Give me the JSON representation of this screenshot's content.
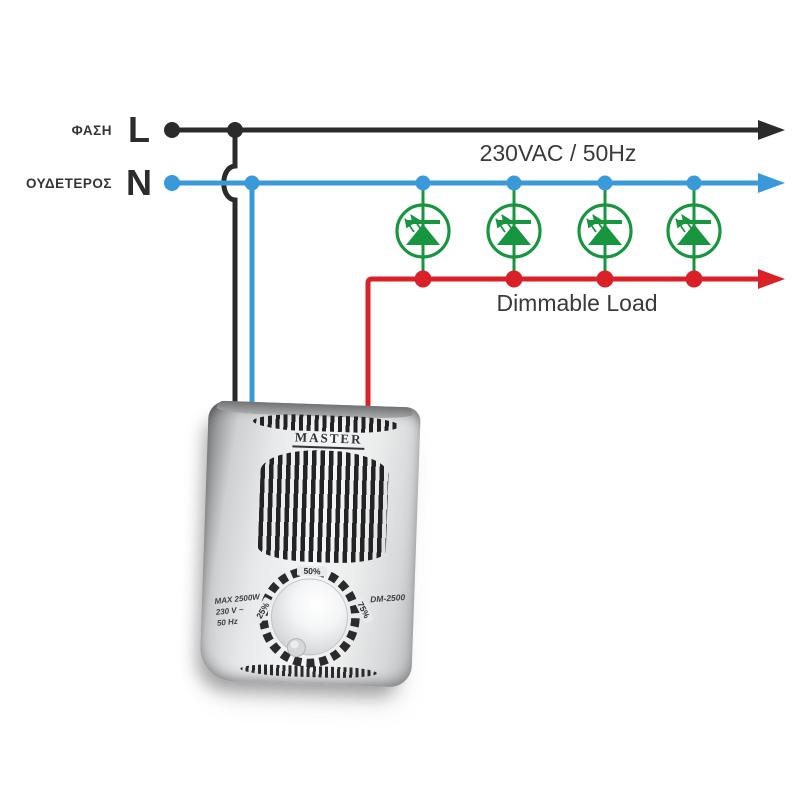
{
  "diagram": {
    "phase": {
      "label": "ΦΑΣΗ",
      "letter": "L"
    },
    "neutral": {
      "label": "ΟΥΔΕΤΕΡΟΣ",
      "letter": "N"
    },
    "supply_label": "230VAC / 50Hz",
    "load_label": "Dimmable Load",
    "led_count": 4,
    "colors": {
      "phase_wire": "#2b2b2b",
      "neutral_wire": "#3a9ad9",
      "load_wire": "#da2127",
      "led_symbol": "#17953f"
    }
  },
  "device": {
    "brand": "MASTER",
    "model": "DM-2500",
    "specs": [
      "MAX 2500W",
      "230 V ~",
      "50 Hz"
    ],
    "dial": {
      "min_label": "25%",
      "mid_label": "50%",
      "max_label": "75%"
    }
  }
}
